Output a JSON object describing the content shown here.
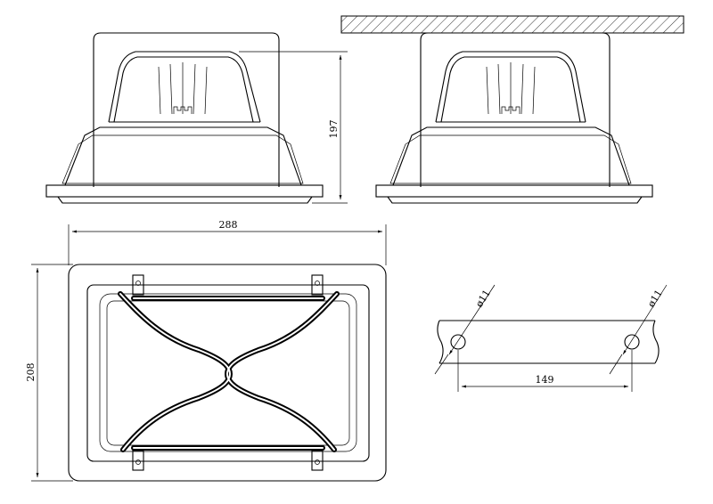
{
  "drawing": {
    "dimensions": {
      "height_side": "197",
      "width_plan": "288",
      "height_plan": "208",
      "hole_spacing": "149",
      "hole_diameter_left": "ø11",
      "hole_diameter_right": "ø11"
    }
  }
}
